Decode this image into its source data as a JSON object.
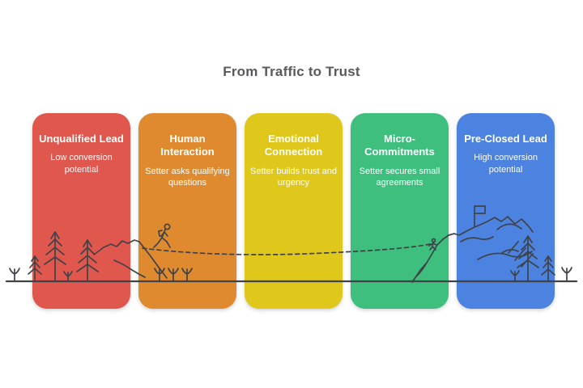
{
  "title": "From Traffic to Trust",
  "colors": {
    "background": "#FFFFFF",
    "title_text": "#58595B",
    "line_art": "#3F4347",
    "stage_red": "#E0574E",
    "stage_orange": "#E08A30",
    "stage_yellow": "#DFC71C",
    "stage_green": "#3EBF7E",
    "stage_blue": "#4C82E0"
  },
  "stages": [
    {
      "id": "unqualified-lead",
      "title": "Unqualified Lead",
      "description": "Low conversion\npotential",
      "color": "#E0574E"
    },
    {
      "id": "human-interaction",
      "title": "Human\nInteraction",
      "description": "Setter asks qualifying\nquestions",
      "color": "#E08A30"
    },
    {
      "id": "emotional-connection",
      "title": "Emotional\nConnection",
      "description": "Setter builds trust and\nurgency",
      "color": "#DFC71C"
    },
    {
      "id": "micro-commitments",
      "title": "Micro-\nCommitments",
      "description": "Setter secures small\nagreements",
      "color": "#3EBF7E"
    },
    {
      "id": "pre-closed-lead",
      "title": "Pre-Closed Lead",
      "description": "High conversion\npotential",
      "color": "#4C82E0"
    }
  ],
  "illustration": {
    "elements": [
      "ground-line",
      "pine-trees",
      "shrubs",
      "hiker",
      "dashed-trail",
      "left-mountain",
      "right-mountain",
      "summit-flag",
      "climber"
    ]
  }
}
